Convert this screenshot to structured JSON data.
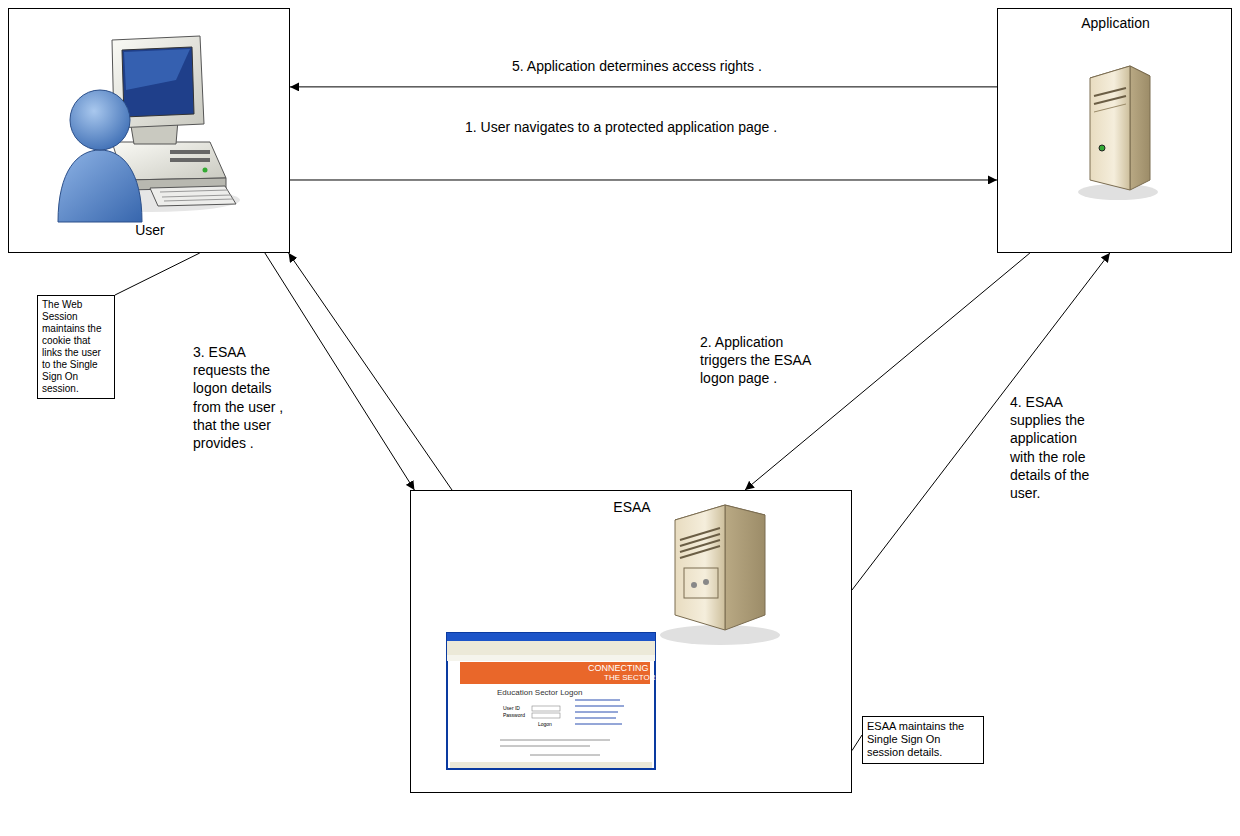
{
  "diagram": {
    "nodes": [
      {
        "text": [
          "User"
        ]
      },
      {
        "text": [
          "Application"
        ]
      },
      {
        "text": [
          "ESAA"
        ]
      },
      {
        "text": [
          "The Web Session maintains the cookie that links the user to the Single Sign On session."
        ]
      },
      {
        "text": [
          "ESAA maintains the Single Sign On session details."
        ]
      }
    ],
    "edges": [
      {
        "from": 0,
        "to": 1,
        "label": "1. User navigates to a protected application page .",
        "arrow": "to"
      },
      {
        "from": 1,
        "to": 2,
        "label": "2. Application triggers the ESAA logon page .",
        "arrow": "to"
      },
      {
        "from": 2,
        "to": 0,
        "label": "3. ESAA requests the logon details from the user , that the user provides .",
        "arrow": "to"
      },
      {
        "from": 0,
        "to": 2,
        "arrow": "to"
      },
      {
        "from": 2,
        "to": 1,
        "label": "4. ESAA supplies the application with the role details of the user.",
        "arrow": "to"
      },
      {
        "from": 1,
        "to": 0,
        "label": "5. Application determines access rights .",
        "arrow": "to"
      },
      {
        "from": 3,
        "to": 0,
        "arrow": "none"
      },
      {
        "from": 4,
        "to": 2,
        "arrow": "none"
      }
    ],
    "labels": [
      "CONNECTING",
      "THE SECTOR",
      "Education Sector Logon",
      "User ID",
      "Password",
      "Logon"
    ]
  }
}
